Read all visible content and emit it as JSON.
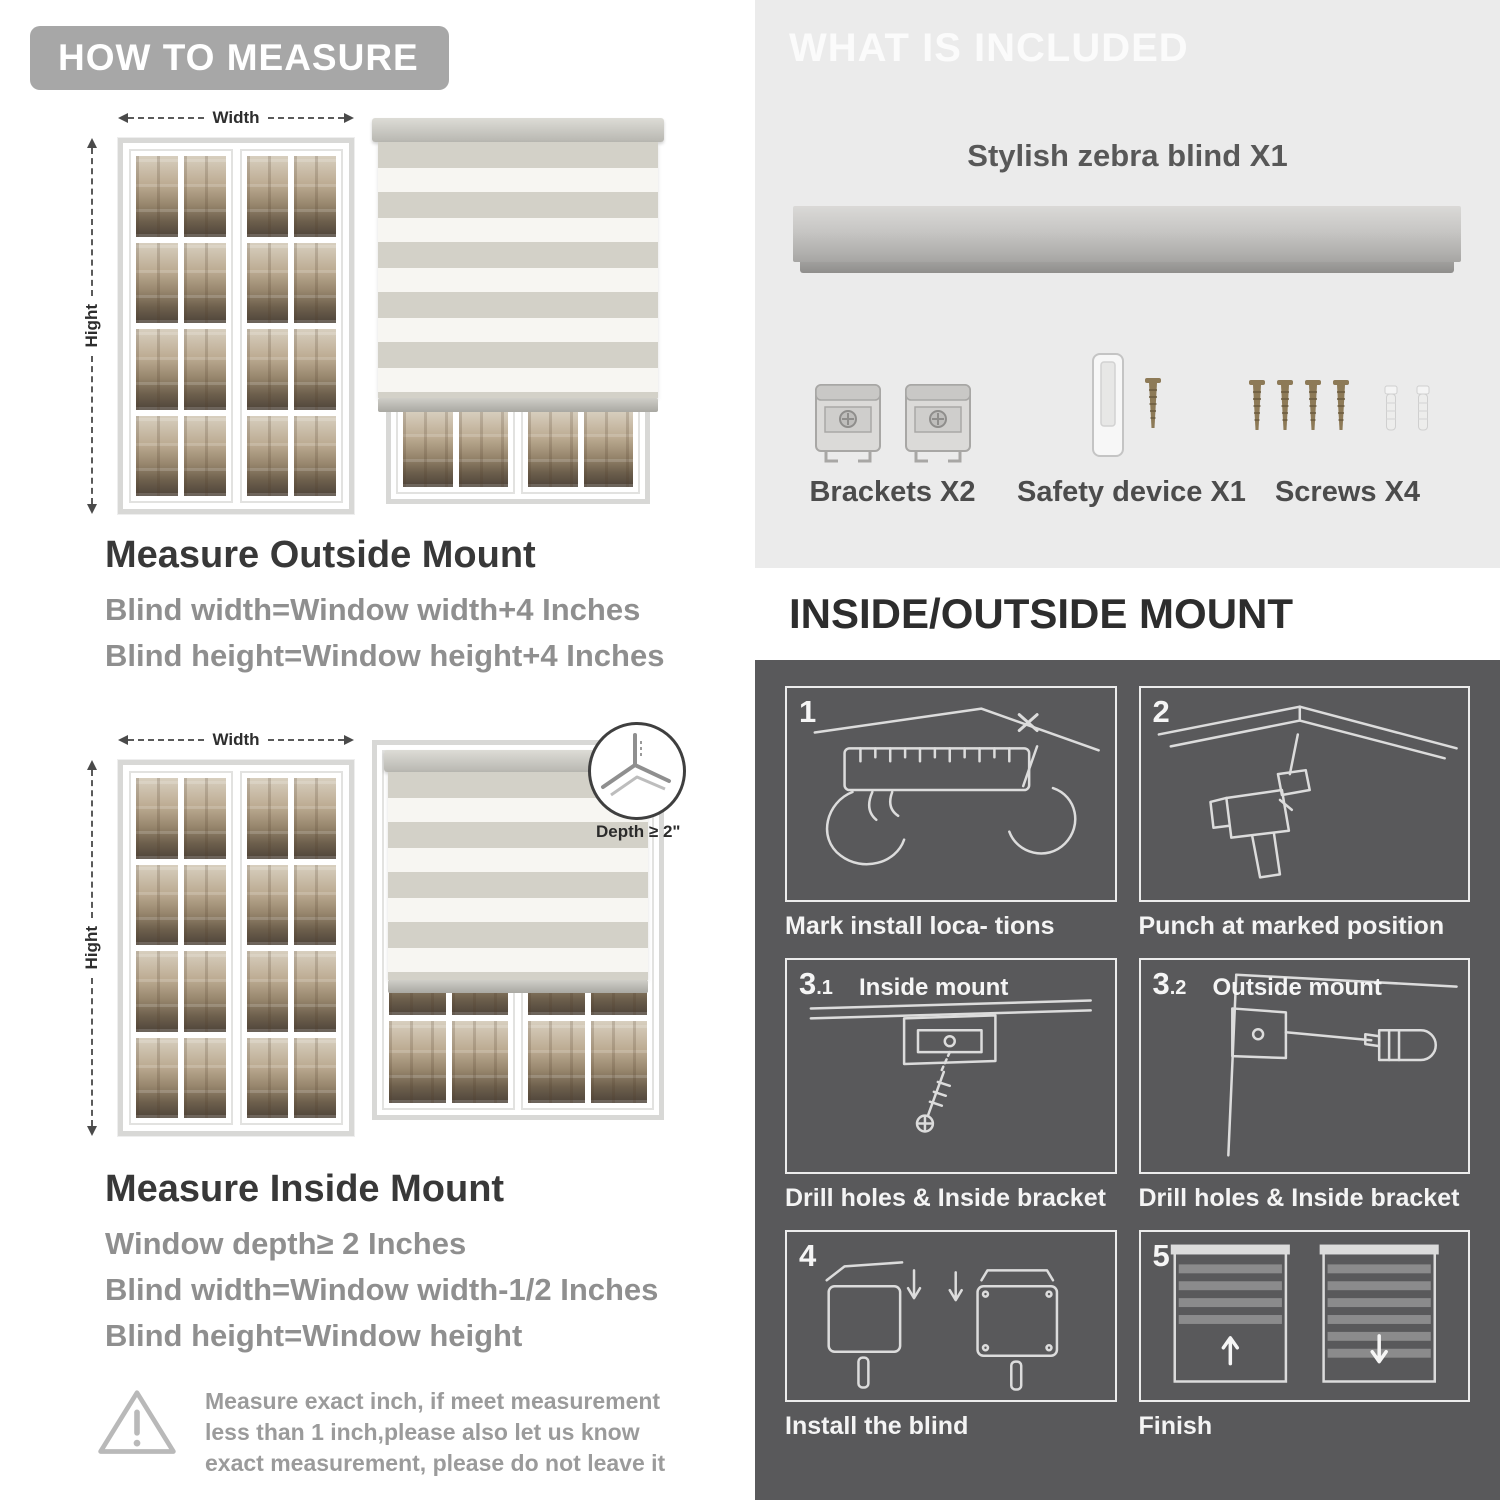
{
  "left": {
    "badge": "HOW TO MEASURE",
    "labels": {
      "width": "Width",
      "height": "Hight",
      "depth": "Depth ≥ 2\""
    },
    "outside": {
      "heading": "Measure Outside Mount",
      "line1": "Blind width=Window width+4 Inches",
      "line2": "Blind height=Window height+4 Inches"
    },
    "inside": {
      "heading": "Measure Inside Mount",
      "line1": "Window depth≥ 2 Inches",
      "line2": "Blind width=Window width-1/2 Inches",
      "line3": "Blind height=Window height"
    },
    "warning": "Measure exact inch, if meet measurement less than 1 inch,please also let us know exact measurement, please do not leave it"
  },
  "right": {
    "included": {
      "title": "WHAT IS INCLUDED",
      "blind_label": "Stylish zebra blind X1",
      "items": [
        {
          "label": "Brackets X2"
        },
        {
          "label": "Safety device X1"
        },
        {
          "label": "Screws X4"
        }
      ]
    },
    "mount": {
      "heading": "INSIDE/OUTSIDE MOUNT",
      "steps": [
        {
          "num": "1",
          "sub": "",
          "title": "",
          "caption": "Mark install loca- tions"
        },
        {
          "num": "2",
          "sub": "",
          "title": "",
          "caption": "Punch at  marked position"
        },
        {
          "num": "3",
          "sub": ".1",
          "title": "Inside mount",
          "caption": "Drill holes &  Inside bracket"
        },
        {
          "num": "3",
          "sub": ".2",
          "title": "Outside mount",
          "caption": "Drill holes &  Inside bracket"
        },
        {
          "num": "4",
          "sub": "",
          "title": "",
          "caption": "Install the blind"
        },
        {
          "num": "5",
          "sub": "",
          "title": "",
          "caption": "Finish"
        }
      ]
    }
  }
}
